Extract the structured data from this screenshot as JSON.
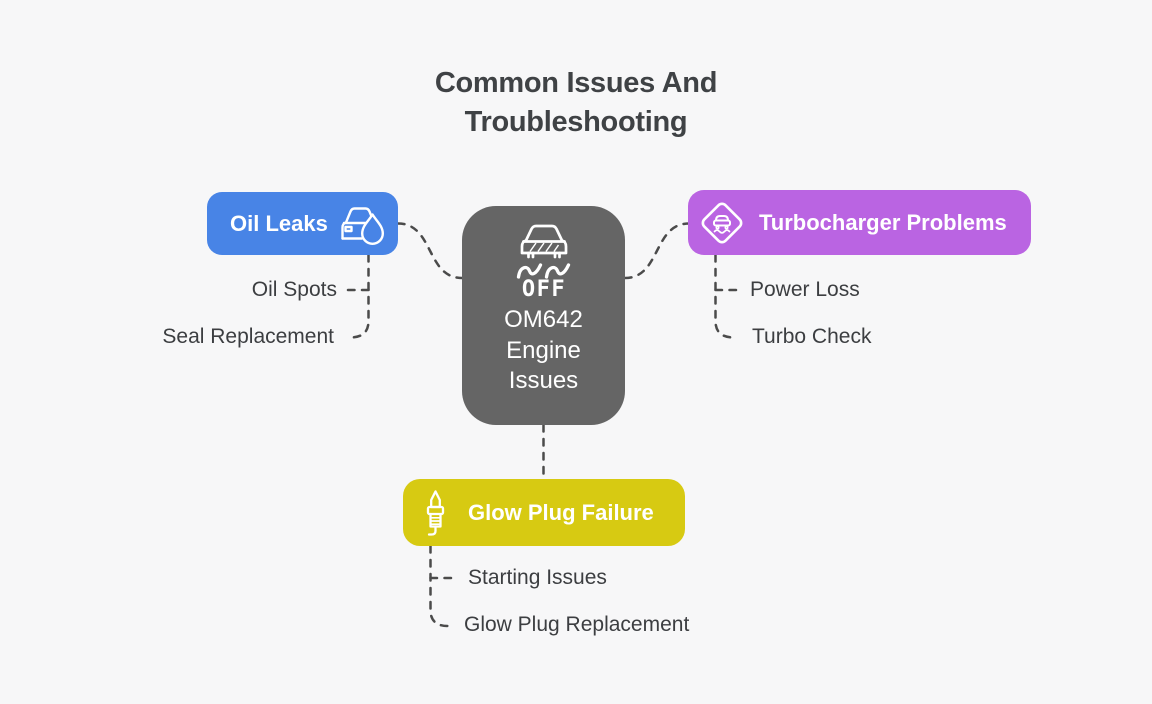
{
  "title": "Common Issues And Troubleshooting",
  "center": {
    "label_lines": [
      "OM642",
      "Engine",
      "Issues"
    ],
    "icon": "esp-off-car-icon",
    "icon_text": "OFF",
    "color": "#656565"
  },
  "branches": [
    {
      "id": "oil-leaks",
      "label": "Oil Leaks",
      "icon": "car-oil-leak-icon",
      "color": "#4884e6",
      "children": [
        "Oil Spots",
        "Seal Replacement"
      ]
    },
    {
      "id": "turbocharger-problems",
      "label": "Turbocharger Problems",
      "icon": "slippery-road-sign-icon",
      "color": "#ba64e2",
      "children": [
        "Power Loss",
        "Turbo Check"
      ]
    },
    {
      "id": "glow-plug-failure",
      "label": "Glow Plug Failure",
      "icon": "glow-plug-icon",
      "color": "#d7ca12",
      "children": [
        "Starting Issues",
        "Glow Plug Replacement"
      ]
    }
  ],
  "colors": {
    "background": "#f7f7f8",
    "connector": "#4b4b4b",
    "leaf_text": "#3c3e41",
    "title_text": "#3f4245"
  }
}
